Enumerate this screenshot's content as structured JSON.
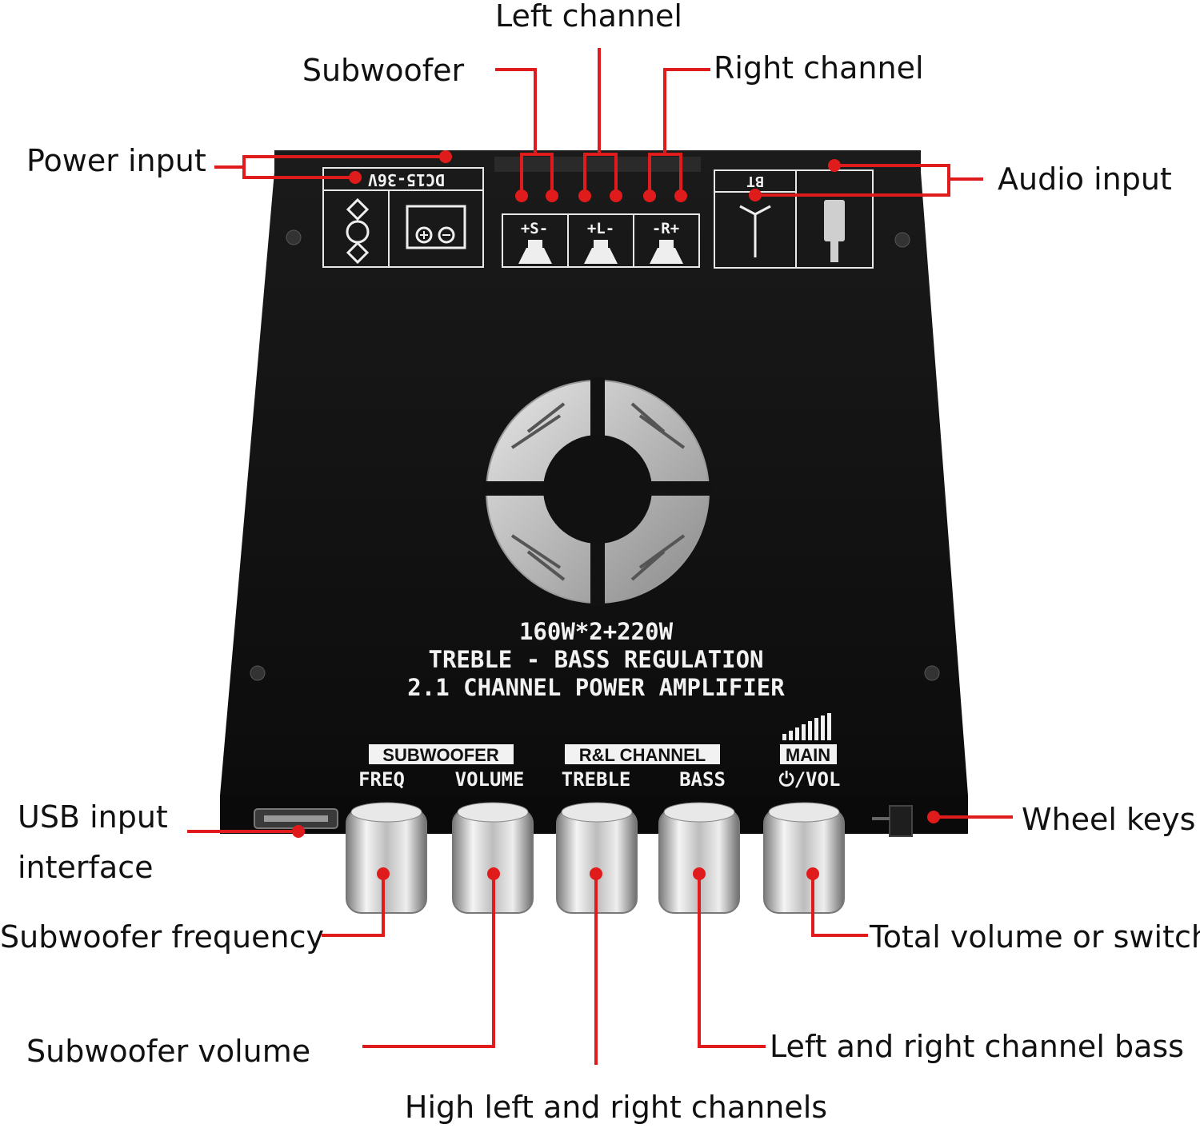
{
  "labels": {
    "left_channel": "Left channel",
    "subwoofer": "Subwoofer",
    "right_channel": "Right channel",
    "power_input": "Power input",
    "audio_input": "Audio input",
    "usb_input_line1": "USB input",
    "usb_input_line2": "interface",
    "wheel_keys": "Wheel keys",
    "subwoofer_frequency": "Subwoofer frequency",
    "total_volume_or_switch": "Total volume or switch",
    "subwoofer_volume": "Subwoofer volume",
    "lr_channel_bass": "Left and right channel bass",
    "high_lr_channels": "High left and right channels"
  },
  "board": {
    "power_marking": "DC15-36V",
    "bt_marking": "BT",
    "speaker_labels": [
      "+S-",
      "+L-",
      "-R+"
    ],
    "spec_line1": "160W*2+220W",
    "spec_line2": "TREBLE - BASS REGULATION",
    "spec_line3": "2.1 CHANNEL POWER AMPLIFIER",
    "group_subwoofer": "SUBWOOFER",
    "group_rl": "R&L CHANNEL",
    "group_main": "MAIN",
    "knob_freq": "FREQ",
    "knob_volume": "VOLUME",
    "knob_treble": "TREBLE",
    "knob_bass": "BASS",
    "knob_vol": "⏻/VOL"
  },
  "colors": {
    "leader": "#e01b1b",
    "board": "#121212",
    "knob": "#c9c9c9"
  }
}
